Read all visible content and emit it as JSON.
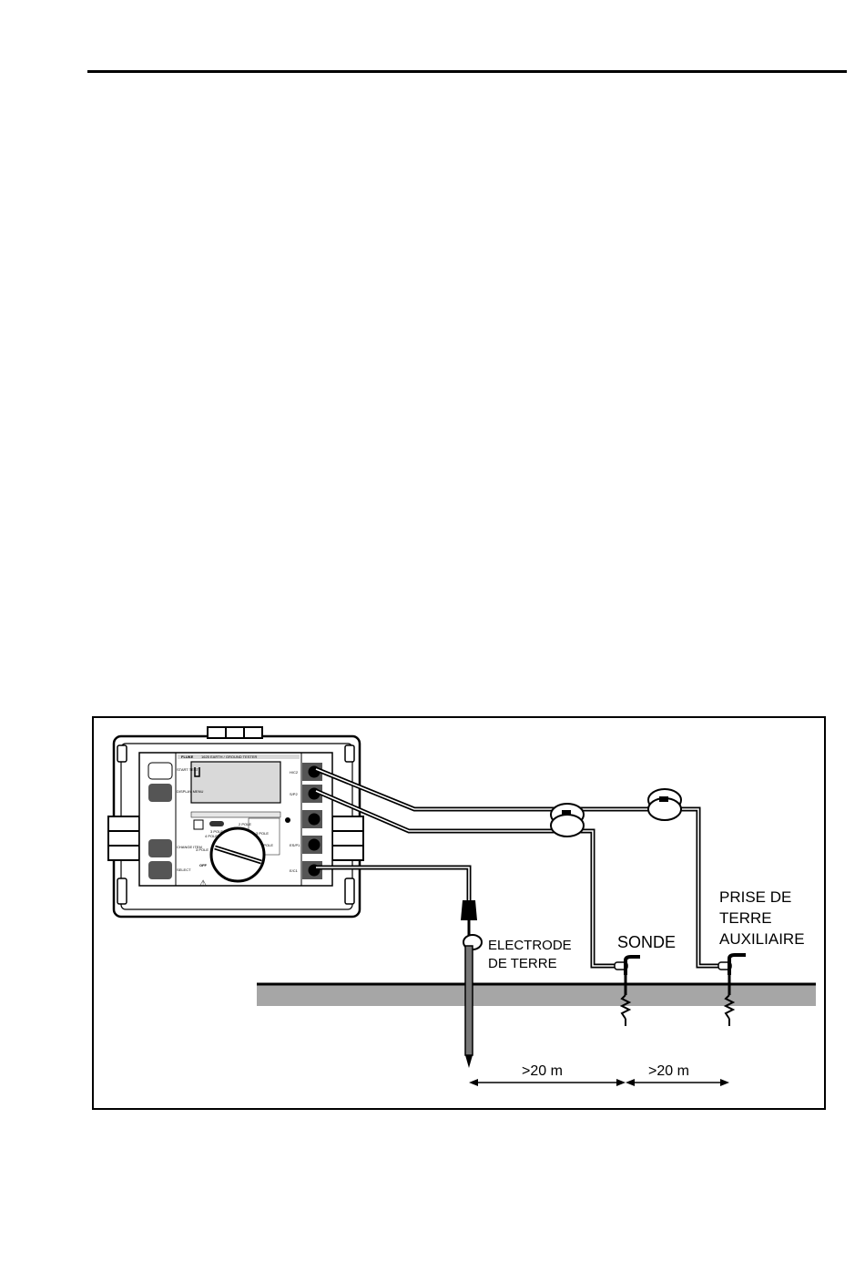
{
  "figure": {
    "labels": {
      "electrode_line1": "ELECTRODE",
      "electrode_line2": "DE TERRE",
      "probe": "SONDE",
      "aux_line1": "PRISE DE",
      "aux_line2": "TERRE",
      "aux_line3": "AUXILIAIRE",
      "distance_1": ">20 m",
      "distance_2": ">20 m"
    },
    "tester": {
      "brand": "FLUKE",
      "model_title": "1625 EARTH / GROUND TESTER",
      "left_buttons": [
        "START TEST",
        "DISPLAY MENU",
        "CHANGE ITEM",
        "SELECT"
      ],
      "right_terminals": [
        "H/C2",
        "S/P2",
        "",
        "ES/P1",
        "E/C1"
      ],
      "dial_positions": [
        "3 POLE",
        "4 POLE",
        "2 POLE",
        "3 POLE",
        "4 POLE",
        "OFF"
      ],
      "warning_symbol": "⚠"
    },
    "colors": {
      "line": "#000000",
      "ground": "#a6a6a6",
      "panel": "#ffffff",
      "button_dark": "#555555",
      "display": "#d9d9d9"
    }
  }
}
